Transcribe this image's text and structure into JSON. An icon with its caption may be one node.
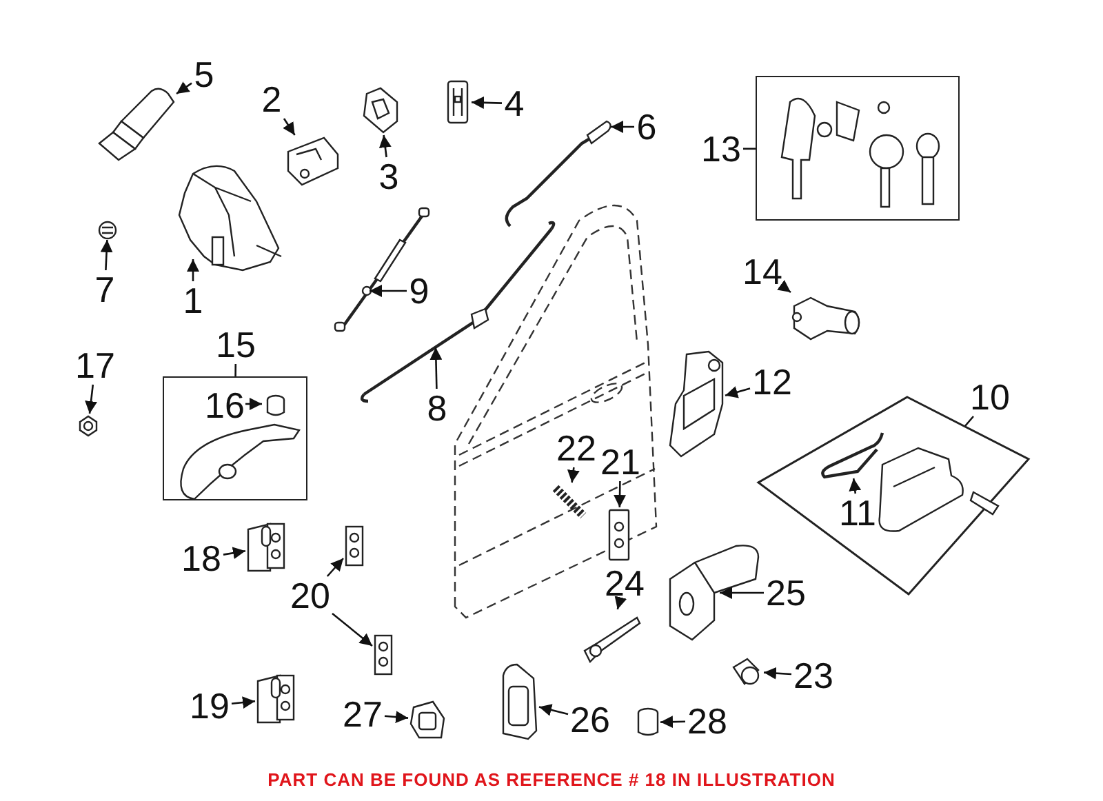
{
  "diagram": {
    "nodes": [
      {
        "text": [
          "5"
        ]
      },
      {
        "text": [],
        "shape": "picture"
      },
      {
        "text": [
          "2"
        ]
      },
      {
        "text": [],
        "shape": "picture"
      },
      {
        "text": [
          "4"
        ]
      },
      {
        "text": [],
        "shape": "picture"
      },
      {
        "text": [
          "3"
        ]
      },
      {
        "text": [],
        "shape": "picture"
      },
      {
        "text": [
          "6"
        ]
      },
      {
        "text": [],
        "shape": "picture"
      },
      {
        "text": [
          "13"
        ]
      },
      {
        "text": [],
        "shape": "box"
      },
      {
        "text": [
          "1"
        ]
      },
      {
        "text": [],
        "shape": "picture"
      },
      {
        "text": [
          "7"
        ]
      },
      {
        "text": [],
        "shape": "picture"
      },
      {
        "text": [
          "9"
        ]
      },
      {
        "text": [],
        "shape": "picture"
      },
      {
        "text": [
          "14"
        ]
      },
      {
        "text": [],
        "shape": "picture"
      },
      {
        "text": [
          "15"
        ]
      },
      {
        "text": [],
        "shape": "box"
      },
      {
        "text": [
          "17"
        ]
      },
      {
        "text": [],
        "shape": "picture"
      },
      {
        "text": [
          "16"
        ],
        "in": 21
      },
      {
        "text": [],
        "shape": "cylinder",
        "in": 21
      },
      {
        "text": [
          "8"
        ]
      },
      {
        "text": [],
        "shape": "picture"
      },
      {
        "text": [
          "12"
        ]
      },
      {
        "text": [],
        "shape": "picture"
      },
      {
        "text": [
          "10"
        ]
      },
      {
        "text": [],
        "shape": "box"
      },
      {
        "text": [
          "22"
        ]
      },
      {
        "text": [],
        "shape": "picture"
      },
      {
        "text": [
          "21"
        ]
      },
      {
        "text": [],
        "shape": "picture"
      },
      {
        "text": [
          "11"
        ],
        "in": 31
      },
      {
        "text": [],
        "shape": "picture",
        "in": 31
      },
      {
        "text": [
          "18"
        ]
      },
      {
        "text": [],
        "shape": "picture"
      },
      {
        "text": [
          "20"
        ]
      },
      {
        "text": [],
        "shape": "picture"
      },
      {
        "text": [],
        "shape": "picture"
      },
      {
        "text": [
          "24"
        ]
      },
      {
        "text": [],
        "shape": "picture"
      },
      {
        "text": [
          "25"
        ]
      },
      {
        "text": [],
        "shape": "picture"
      },
      {
        "text": [
          "23"
        ]
      },
      {
        "text": [],
        "shape": "picture"
      },
      {
        "text": [
          "19"
        ]
      },
      {
        "text": [],
        "shape": "picture"
      },
      {
        "text": [
          "27"
        ]
      },
      {
        "text": [],
        "shape": "picture"
      },
      {
        "text": [
          "26"
        ]
      },
      {
        "text": [],
        "shape": "picture"
      },
      {
        "text": [
          "28"
        ]
      },
      {
        "text": [],
        "shape": "cylinder"
      }
    ],
    "edges": [
      {
        "from": 0,
        "to": 1,
        "arrow": "to"
      },
      {
        "from": 2,
        "to": 3,
        "arrow": "to"
      },
      {
        "from": 4,
        "to": 5,
        "arrow": "to"
      },
      {
        "from": 6,
        "to": 7,
        "arrow": "to"
      },
      {
        "from": 8,
        "to": 9,
        "arrow": "to"
      },
      {
        "from": 10,
        "to": 11,
        "arrow": "none"
      },
      {
        "from": 12,
        "to": 13,
        "arrow": "to"
      },
      {
        "from": 14,
        "to": 15,
        "arrow": "to"
      },
      {
        "from": 16,
        "to": 17,
        "arrow": "to"
      },
      {
        "from": 18,
        "to": 19,
        "arrow": "to"
      },
      {
        "from": 20,
        "to": 21,
        "arrow": "none"
      },
      {
        "from": 22,
        "to": 23,
        "arrow": "to"
      },
      {
        "from": 24,
        "to": 25,
        "arrow": "to"
      },
      {
        "from": 26,
        "to": 27,
        "arrow": "to"
      },
      {
        "from": 28,
        "to": 29,
        "arrow": "to"
      },
      {
        "from": 30,
        "to": 31,
        "arrow": "none"
      },
      {
        "from": 32,
        "to": 33,
        "arrow": "to"
      },
      {
        "from": 34,
        "to": 35,
        "arrow": "to"
      },
      {
        "from": 36,
        "to": 37,
        "arrow": "to"
      },
      {
        "from": 38,
        "to": 39,
        "arrow": "to"
      },
      {
        "from": 40,
        "to": 41,
        "arrow": "to"
      },
      {
        "from": 40,
        "to": 42,
        "arrow": "to"
      },
      {
        "from": 43,
        "to": 44,
        "arrow": "to"
      },
      {
        "from": 45,
        "to": 46,
        "arrow": "to"
      },
      {
        "from": 47,
        "to": 48,
        "arrow": "to"
      },
      {
        "from": 49,
        "to": 50,
        "arrow": "to"
      },
      {
        "from": 51,
        "to": 52,
        "arrow": "to"
      },
      {
        "from": 53,
        "to": 54,
        "arrow": "to"
      },
      {
        "from": 55,
        "to": 56,
        "arrow": "to"
      }
    ],
    "labels": [
      "PART CAN BE FOUND AS REFERENCE # 18 IN ILLUSTRATION"
    ]
  }
}
